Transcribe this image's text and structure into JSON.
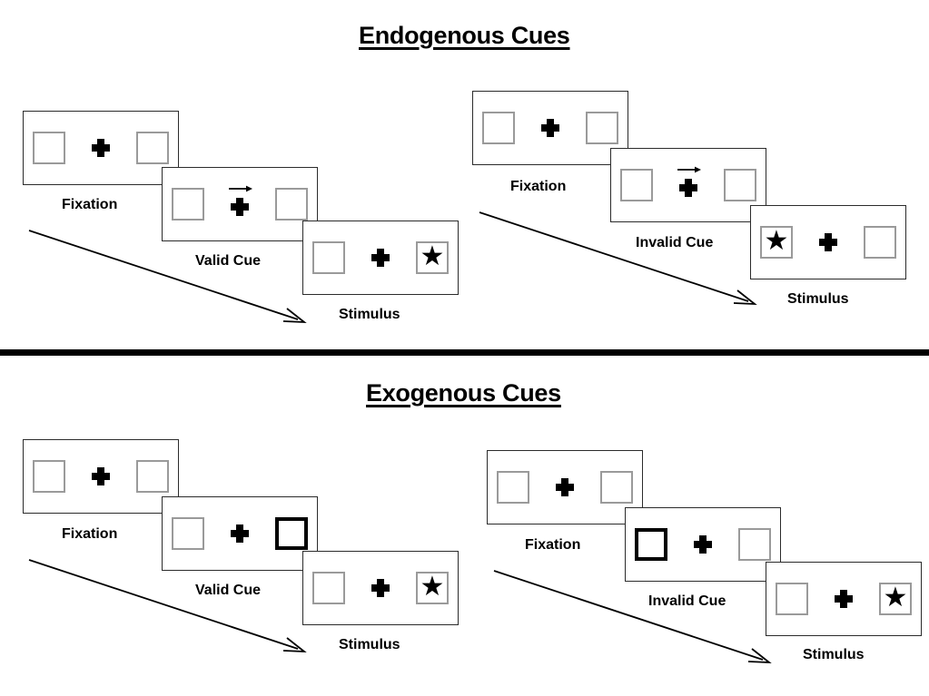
{
  "figure": {
    "title_top": "Endogenous Cues",
    "title_bottom": "Exogenous Cues"
  },
  "glyphs": {
    "star": "★",
    "plus": "plus-fixation-cross",
    "arrow": "right-arrow-cue"
  },
  "colors": {
    "ink": "#000000",
    "frame_stroke": "#2b2b2b",
    "box_stroke": "#9a9a9a",
    "box_stroke_highlight": "#000000",
    "background": "#ffffff"
  },
  "sections": [
    {
      "id": "endogenous",
      "title": "Endogenous Cues",
      "cue_type": "central arrow",
      "columns": [
        {
          "id": "endogenous-valid",
          "frames": [
            {
              "caption": "Fixation",
              "left_box": {
                "content": "empty",
                "highlight": false
              },
              "right_box": {
                "content": "empty",
                "highlight": false
              },
              "center_cue": "none"
            },
            {
              "caption": "Valid Cue",
              "left_box": {
                "content": "empty",
                "highlight": false
              },
              "right_box": {
                "content": "empty",
                "highlight": false
              },
              "center_cue": "arrow-right"
            },
            {
              "caption": "Stimulus",
              "left_box": {
                "content": "empty",
                "highlight": false
              },
              "right_box": {
                "content": "star",
                "highlight": false
              },
              "center_cue": "none"
            }
          ]
        },
        {
          "id": "endogenous-invalid",
          "frames": [
            {
              "caption": "Fixation",
              "left_box": {
                "content": "empty",
                "highlight": false
              },
              "right_box": {
                "content": "empty",
                "highlight": false
              },
              "center_cue": "none"
            },
            {
              "caption": "Invalid Cue",
              "left_box": {
                "content": "empty",
                "highlight": false
              },
              "right_box": {
                "content": "empty",
                "highlight": false
              },
              "center_cue": "arrow-right"
            },
            {
              "caption": "Stimulus",
              "left_box": {
                "content": "star",
                "highlight": false
              },
              "right_box": {
                "content": "empty",
                "highlight": false
              },
              "center_cue": "none"
            }
          ]
        }
      ]
    },
    {
      "id": "exogenous",
      "title": "Exogenous Cues",
      "cue_type": "peripheral box flash",
      "columns": [
        {
          "id": "exogenous-valid",
          "frames": [
            {
              "caption": "Fixation",
              "left_box": {
                "content": "empty",
                "highlight": false
              },
              "right_box": {
                "content": "empty",
                "highlight": false
              },
              "center_cue": "none"
            },
            {
              "caption": "Valid Cue",
              "left_box": {
                "content": "empty",
                "highlight": false
              },
              "right_box": {
                "content": "empty",
                "highlight": true
              },
              "center_cue": "none"
            },
            {
              "caption": "Stimulus",
              "left_box": {
                "content": "empty",
                "highlight": false
              },
              "right_box": {
                "content": "star",
                "highlight": false
              },
              "center_cue": "none"
            }
          ]
        },
        {
          "id": "exogenous-invalid",
          "frames": [
            {
              "caption": "Fixation",
              "left_box": {
                "content": "empty",
                "highlight": false
              },
              "right_box": {
                "content": "empty",
                "highlight": false
              },
              "center_cue": "none"
            },
            {
              "caption": "Invalid Cue",
              "left_box": {
                "content": "empty",
                "highlight": true
              },
              "right_box": {
                "content": "empty",
                "highlight": false
              },
              "center_cue": "none"
            },
            {
              "caption": "Stimulus",
              "left_box": {
                "content": "empty",
                "highlight": false
              },
              "right_box": {
                "content": "star",
                "highlight": false
              },
              "center_cue": "none"
            }
          ]
        }
      ]
    }
  ]
}
